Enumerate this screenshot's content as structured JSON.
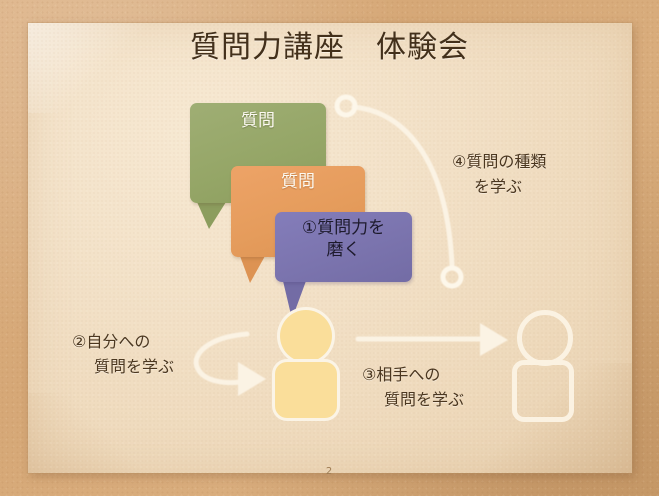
{
  "slide": {
    "title": "質問力講座　体験会",
    "page_number": "2",
    "background_color": "#d6a877",
    "paper_color": "#f2e0c6"
  },
  "bubbles": [
    {
      "id": "green",
      "text": "質問",
      "color": "#95a667",
      "text_color": "#fdfaf2"
    },
    {
      "id": "orange",
      "text": "質問",
      "color": "#e59c5c",
      "text_color": "#fdfaf2"
    },
    {
      "id": "purple",
      "line1": "①質問力を",
      "line2": "磨く",
      "color": "#7b74ae",
      "text_color": "#1d1a2c"
    }
  ],
  "labels": {
    "step2": {
      "line1": "②自分への",
      "line2": "質問を学ぶ"
    },
    "step3": {
      "line1": "③相手への",
      "line2": "質問を学ぶ"
    },
    "step4": {
      "line1": "④質問の種類",
      "line2": "を学ぶ"
    }
  },
  "figures": {
    "self": {
      "fill": "#fade9a",
      "outline": "#fbf4e6"
    },
    "other": {
      "fill": "none",
      "outline": "#fbf2e2"
    }
  },
  "arrows": {
    "color": "#fbf3e4",
    "hook_arrow": "②",
    "straight_arrow": "③",
    "curve_line": "④"
  }
}
